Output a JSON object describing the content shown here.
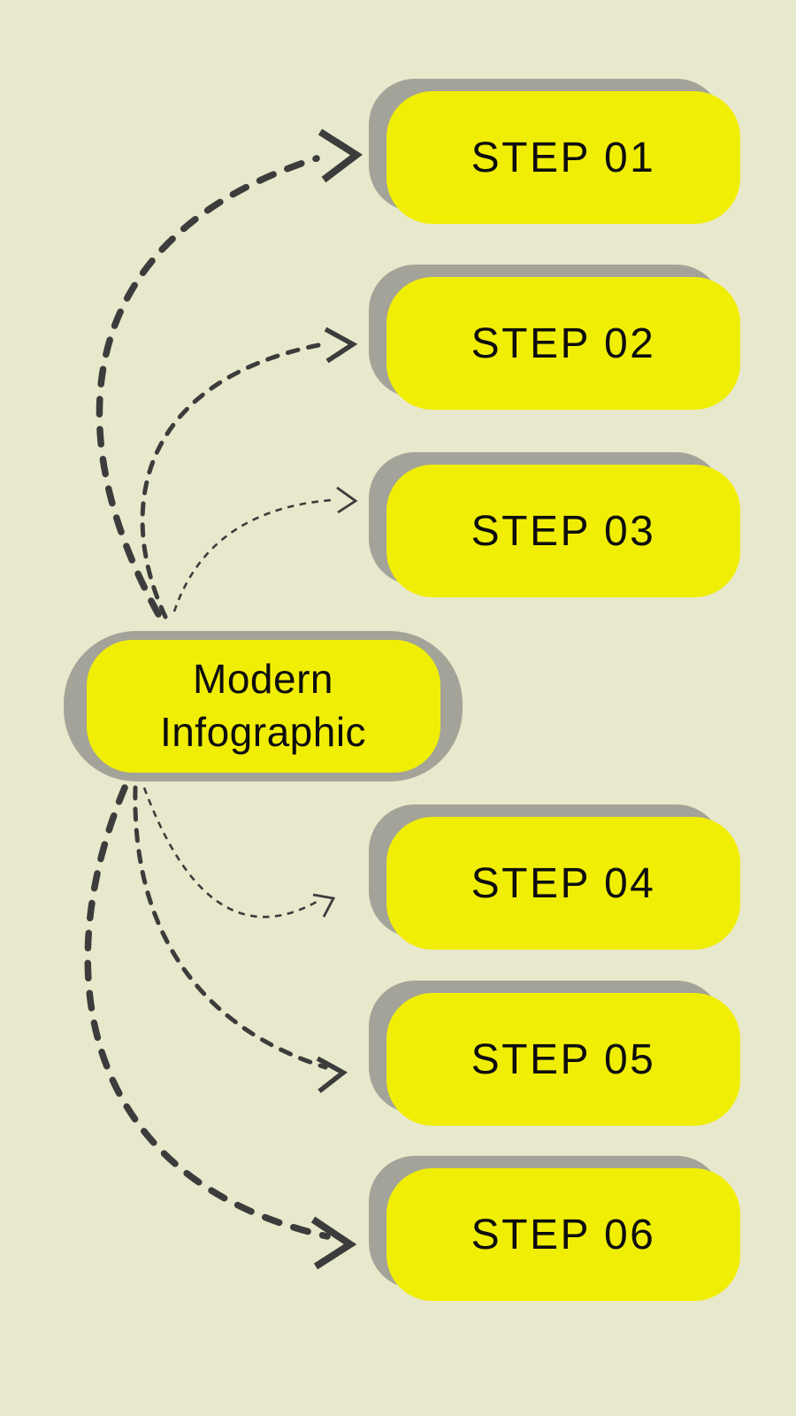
{
  "title": {
    "line1": "Modern",
    "line2": "Infographic"
  },
  "steps": [
    {
      "label": "STEP 01"
    },
    {
      "label": "STEP 02"
    },
    {
      "label": "STEP 03"
    },
    {
      "label": "STEP 04"
    },
    {
      "label": "STEP 05"
    },
    {
      "label": "STEP 06"
    }
  ],
  "colors": {
    "background": "#e8e8cc",
    "box_fill": "#f1ee06",
    "box_shadow": "#a3a399",
    "arrow": "#3c3c3c",
    "text": "#0d0d0d"
  }
}
